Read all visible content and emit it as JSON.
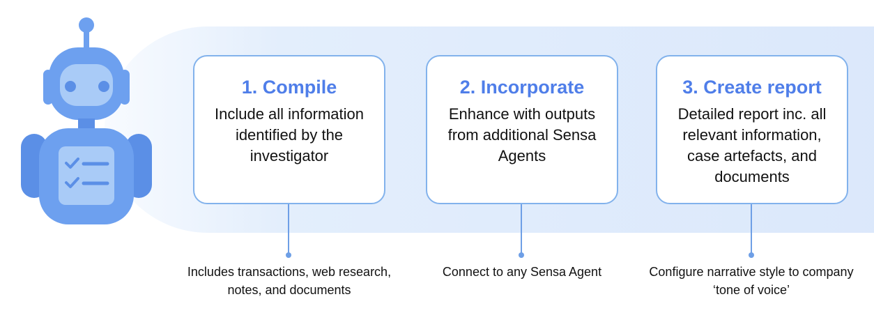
{
  "steps": [
    {
      "title": "1. Compile",
      "description": "Include all information identified by the investigator",
      "note": "Includes transactions, web research, notes, and documents"
    },
    {
      "title": "2. Incorporate",
      "description": "Enhance with outputs from additional Sensa Agents",
      "note": "Connect to any Sensa Agent"
    },
    {
      "title": "3. Create report",
      "description": "Detailed report inc. all relevant information, case artefacts, and documents",
      "note": "Configure narrative style to company ‘tone of voice’"
    }
  ],
  "colors": {
    "accent": "#4f7ee9",
    "robot_body": "#6da0ef",
    "robot_light": "#a9cbf7",
    "card_border": "#82b2ec",
    "band": "#dbe8fb"
  },
  "icons": {
    "robot": "robot-icon",
    "checklist": "checklist-icon"
  }
}
